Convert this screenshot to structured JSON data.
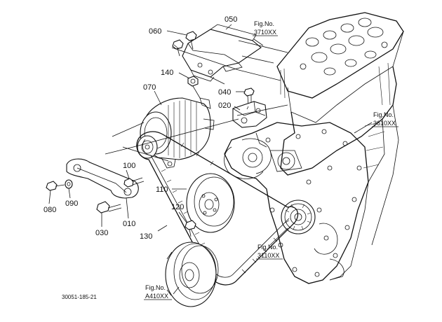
{
  "diagram": {
    "drawing_code": "30051-185-21",
    "part_labels": [
      {
        "id": "p050",
        "text": "050"
      },
      {
        "id": "p060",
        "text": "060"
      },
      {
        "id": "p140",
        "text": "140"
      },
      {
        "id": "p070",
        "text": "070"
      },
      {
        "id": "p040",
        "text": "040"
      },
      {
        "id": "p020",
        "text": "020"
      },
      {
        "id": "p100",
        "text": "100"
      },
      {
        "id": "p110",
        "text": "110"
      },
      {
        "id": "p120",
        "text": "120"
      },
      {
        "id": "p080",
        "text": "080"
      },
      {
        "id": "p090",
        "text": "090"
      },
      {
        "id": "p030",
        "text": "030"
      },
      {
        "id": "p010",
        "text": "010"
      },
      {
        "id": "p130",
        "text": "130"
      }
    ],
    "figure_refs": [
      {
        "id": "f3710",
        "line1": "Fig.No.",
        "line2": "3710XX"
      },
      {
        "id": "f3610",
        "line1": "Fig.No.",
        "line2": "3610XX"
      },
      {
        "id": "f3110",
        "line1": "Fig.No.",
        "line2": "3110XX"
      },
      {
        "id": "fA410",
        "line1": "Fig.No.",
        "line2": "A410XX"
      }
    ]
  }
}
